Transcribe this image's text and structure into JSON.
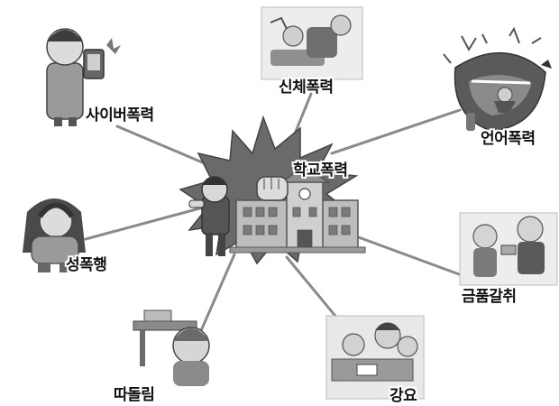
{
  "diagram": {
    "center": {
      "label": "학교폭력"
    },
    "nodes": [
      {
        "id": "physical",
        "label": "신체폭력"
      },
      {
        "id": "cyber",
        "label": "사이버폭력"
      },
      {
        "id": "verbal",
        "label": "언어폭력"
      },
      {
        "id": "sexual",
        "label": "성폭행"
      },
      {
        "id": "extortion",
        "label": "금품갈취"
      },
      {
        "id": "ostracism",
        "label": "따돌림"
      },
      {
        "id": "coercion",
        "label": "강요"
      }
    ]
  }
}
